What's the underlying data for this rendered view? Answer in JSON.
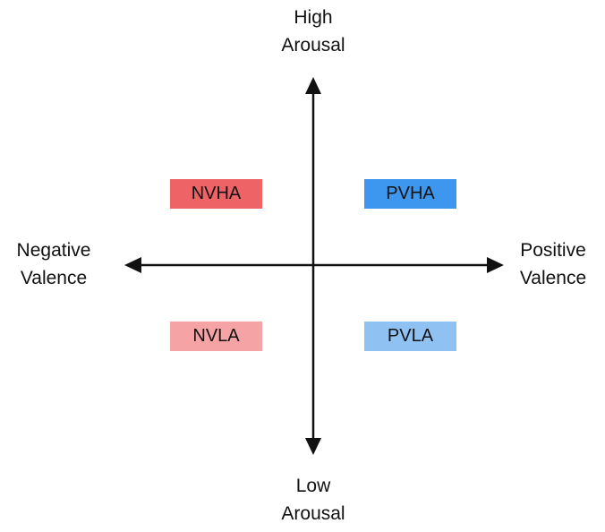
{
  "axes": {
    "top": {
      "line1": "High",
      "line2": "Arousal"
    },
    "bottom": {
      "line1": "Low",
      "line2": "Arousal"
    },
    "left": {
      "line1": "Negative",
      "line2": "Valence"
    },
    "right": {
      "line1": "Positive",
      "line2": "Valence"
    }
  },
  "quadrants": {
    "nvha": {
      "label": "NVHA",
      "color": "#ee6366"
    },
    "pvha": {
      "label": "PVHA",
      "color": "#3d97ee"
    },
    "nvla": {
      "label": "NVLA",
      "color": "#f5a3a4"
    },
    "pvla": {
      "label": "PVLA",
      "color": "#8fc2f3"
    }
  },
  "colors": {
    "axis": "#111111"
  }
}
